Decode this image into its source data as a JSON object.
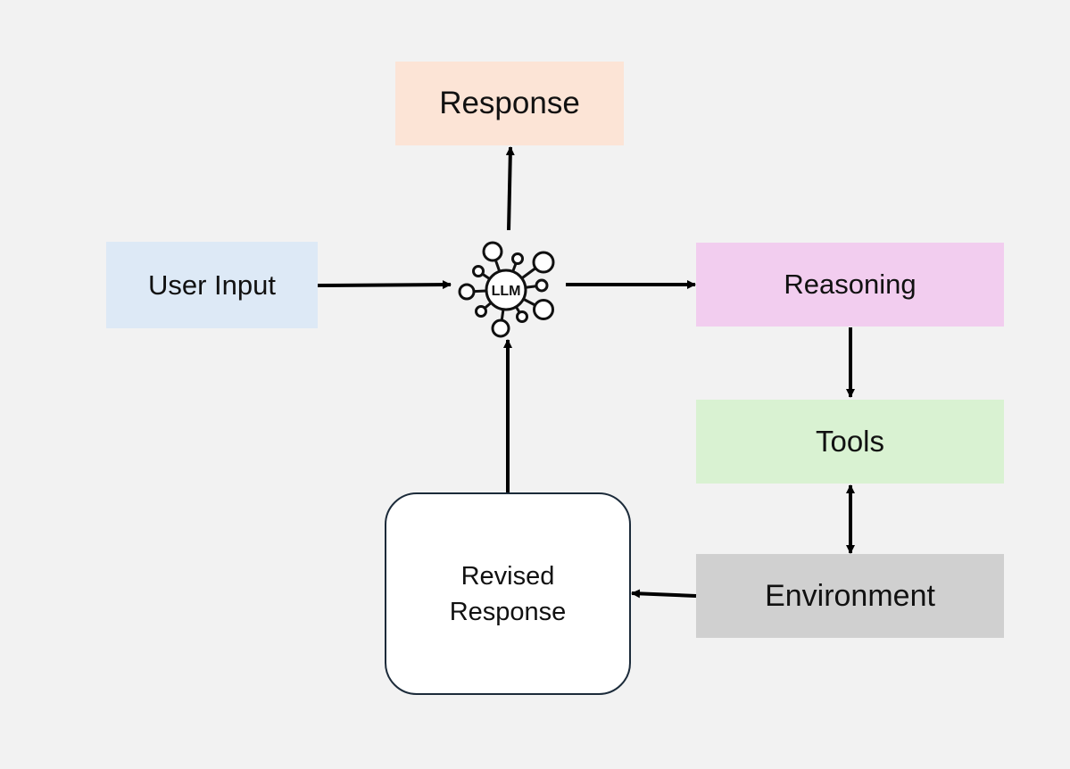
{
  "diagram": {
    "nodes": {
      "response": {
        "label": "Response",
        "color": "#fce4d6"
      },
      "user_input": {
        "label": "User Input",
        "color": "#dde9f6"
      },
      "reasoning": {
        "label": "Reasoning",
        "color": "#f2cdef"
      },
      "tools": {
        "label": "Tools",
        "color": "#d9f2d2"
      },
      "environment": {
        "label": "Environment",
        "color": "#d0d0d0"
      },
      "revised_response": {
        "line1": "Revised",
        "line2": "Response",
        "color": "#ffffff"
      },
      "llm": {
        "label": "LLM",
        "icon": "neural-network-icon"
      }
    },
    "edges": [
      {
        "from": "User Input",
        "to": "LLM"
      },
      {
        "from": "LLM",
        "to": "Response"
      },
      {
        "from": "LLM",
        "to": "Reasoning"
      },
      {
        "from": "Reasoning",
        "to": "Tools"
      },
      {
        "from": "Tools",
        "to": "Environment",
        "bidirectional": true
      },
      {
        "from": "Environment",
        "to": "Revised Response"
      },
      {
        "from": "Revised Response",
        "to": "LLM"
      }
    ]
  }
}
